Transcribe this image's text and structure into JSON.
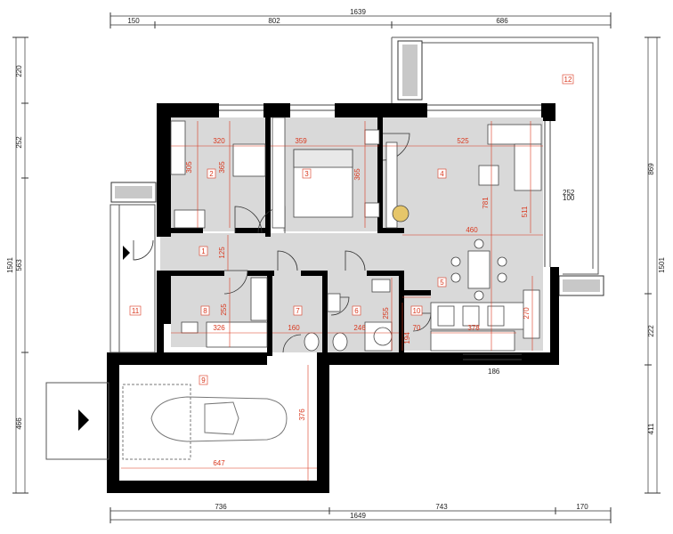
{
  "top_dims": {
    "total": "1639",
    "a": "150",
    "b": "802",
    "c": "686"
  },
  "bottom_dims": {
    "a": "736",
    "b": "743",
    "c": "170",
    "total": "1649"
  },
  "left_dims": {
    "a": "220",
    "b": "252",
    "c": "563",
    "d": "466",
    "total": "1501"
  },
  "right_dims": {
    "a": "869",
    "b": "222",
    "c": "411",
    "total": "1501"
  },
  "inner_dims": {
    "r2_w": "320",
    "r2_h1": "305",
    "r2_h2": "365",
    "r3_w": "359",
    "r3_h": "365",
    "r4_w": "525",
    "r4_h1": "781",
    "r4_h2": "511",
    "r5_w": "460",
    "r5_h": "270",
    "r5_w2": "378",
    "hall_h": "125",
    "r8_w": "326",
    "r8_h": "255",
    "r7_w": "160",
    "r6_w": "246",
    "r6_h": "255",
    "r10_w": "70",
    "r10_h": "194",
    "r9_w": "647",
    "r9_h": "376",
    "small_a": "252",
    "small_b": "100",
    "small_c": "186"
  },
  "rooms": {
    "r1": "1",
    "r2": "2",
    "r3": "3",
    "r4": "4",
    "r5": "5",
    "r6": "6",
    "r7": "7",
    "r8": "8",
    "r9": "9",
    "r10": "10",
    "r11": "11",
    "r12": "12"
  },
  "colors": {
    "wall": "#000000",
    "floor": "#d9d9d9",
    "dim_red": "#d9381e",
    "line": "#555555"
  }
}
